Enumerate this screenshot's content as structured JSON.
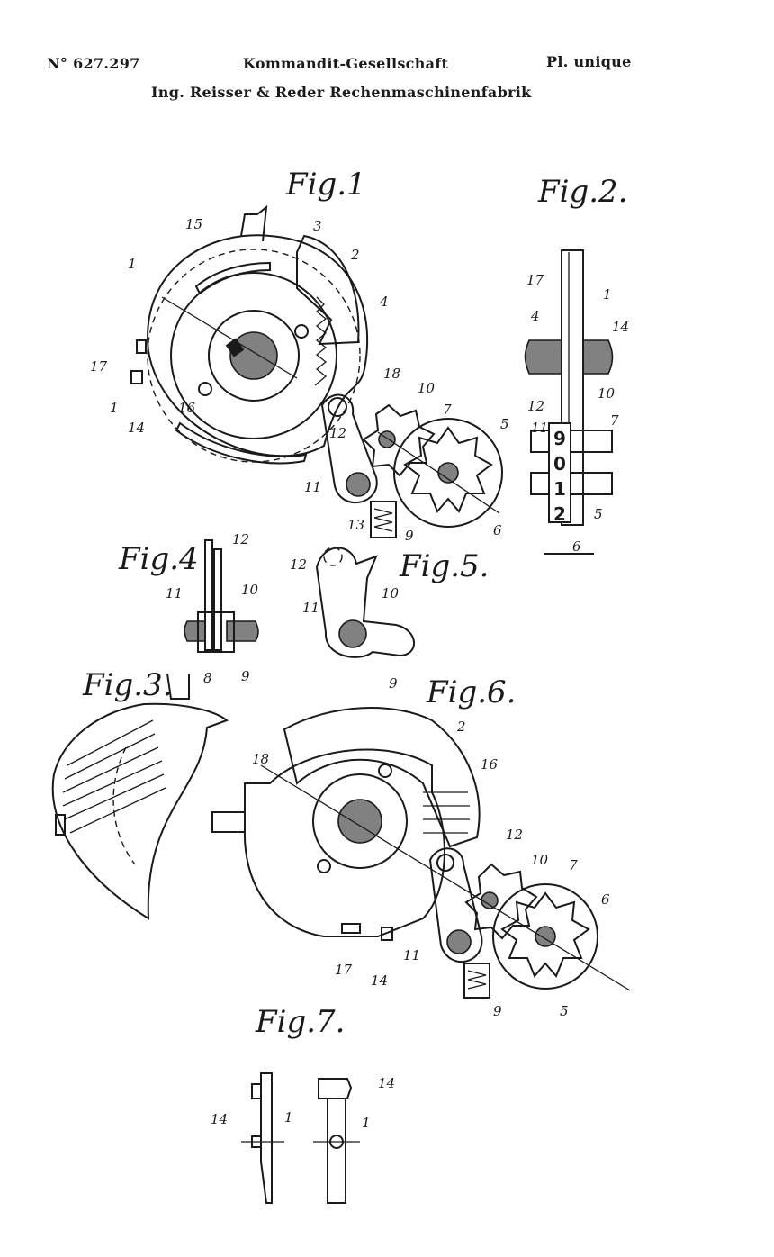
{
  "header": {
    "patent_number": "N° 627.297",
    "company_line1": "Kommandit-Gesellschaft",
    "plate": "Pl. unique",
    "company_line2": "Ing. Reisser & Reder Rechenmaschinenfabrik"
  },
  "figures": {
    "fig1": {
      "label": "Fig.1",
      "reference_numerals": [
        "15",
        "3",
        "2",
        "1",
        "4",
        "17",
        "1",
        "14",
        "16",
        "18",
        "10",
        "7",
        "5",
        "12",
        "11",
        "6",
        "9",
        "13"
      ]
    },
    "fig2": {
      "label": "Fig.2.",
      "reference_numerals": [
        "17",
        "1",
        "4",
        "14",
        "12",
        "10",
        "11",
        "7",
        "5",
        "6"
      ],
      "digits": [
        "9",
        "0",
        "1",
        "2"
      ]
    },
    "fig3": {
      "label": "Fig.3."
    },
    "fig4": {
      "label": "Fig.4",
      "reference_numerals": [
        "12",
        "11",
        "10",
        "8",
        "9"
      ]
    },
    "fig5": {
      "label": "Fig.5.",
      "reference_numerals": [
        "12",
        "11",
        "10",
        "9"
      ]
    },
    "fig6": {
      "label": "Fig.6.",
      "reference_numerals": [
        "2",
        "18",
        "16",
        "12",
        "10",
        "7",
        "6",
        "11",
        "17",
        "14",
        "9",
        "5"
      ]
    },
    "fig7": {
      "label": "Fig.7.",
      "reference_numerals": [
        "14",
        "1",
        "14",
        "1"
      ]
    }
  }
}
